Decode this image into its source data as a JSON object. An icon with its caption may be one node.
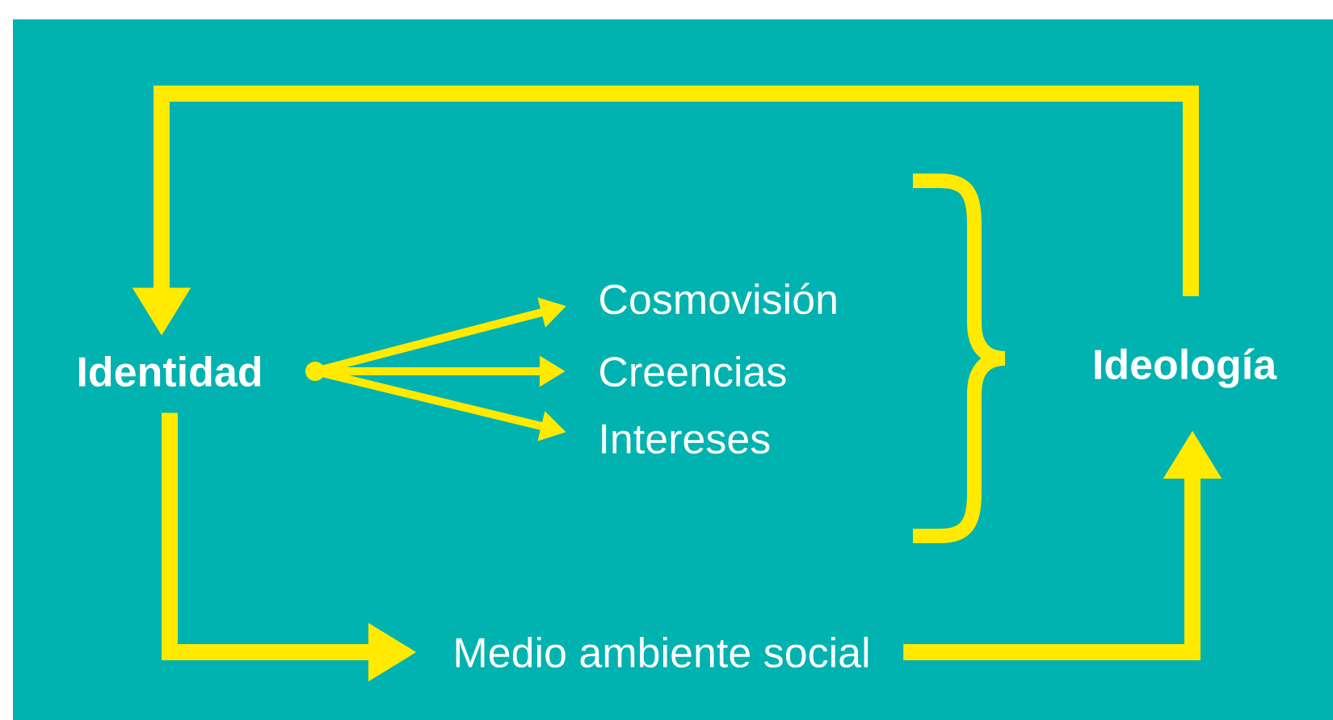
{
  "diagram": {
    "nodes": [
      {
        "text": [
          "Identidad"
        ]
      },
      {
        "text": [
          "Cosmovisión"
        ]
      },
      {
        "text": [
          "Creencias"
        ]
      },
      {
        "text": [
          "Intereses"
        ]
      },
      {
        "text": [
          "Ideología"
        ]
      },
      {
        "text": [
          "Medio ambiente social"
        ]
      }
    ],
    "edges": [
      {
        "from": 4,
        "to": 0,
        "arrow": "to",
        "style": "thick"
      },
      {
        "from": 0,
        "to": 1,
        "arrow": "to"
      },
      {
        "from": 0,
        "to": 2,
        "arrow": "to"
      },
      {
        "from": 0,
        "to": 3,
        "arrow": "to"
      },
      {
        "from": 0,
        "to": 5,
        "arrow": "to",
        "style": "thick"
      },
      {
        "from": 5,
        "to": 4,
        "arrow": "to",
        "style": "thick"
      }
    ]
  }
}
